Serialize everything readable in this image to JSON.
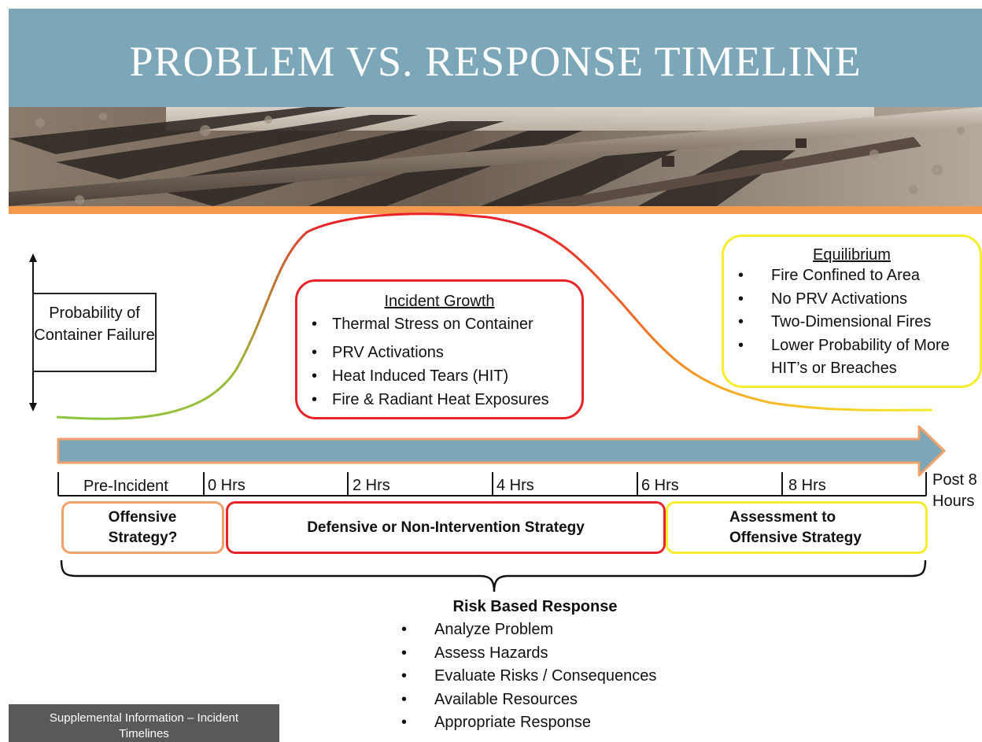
{
  "title": "PROBLEM VS. RESPONSE TIMELINE",
  "colors": {
    "title_bar": "#7ba7b8",
    "orange_strip": "#f49a4e",
    "timeline_arrow": "#7ba7b8",
    "timeline_outline": "#f1a16a",
    "growth_red": "#e8232a",
    "equilibrium_yellow": "#f5ed2e",
    "curve_green": "#8dc63f",
    "footer_bg": "#595959"
  },
  "probability_label": "Probability of Container Failure",
  "incident_growth": {
    "heading": "Incident Growth",
    "items": [
      "Thermal Stress on Container",
      "PRV Activations",
      "Heat Induced Tears (HIT)",
      "Fire & Radiant Heat Exposures"
    ]
  },
  "equilibrium": {
    "heading": "Equilibrium",
    "items": [
      "Fire Confined to Area",
      "No PRV Activations",
      "Two-Dimensional Fires",
      "Lower Probability of More HIT’s or Breaches"
    ]
  },
  "timeline_ticks": [
    "Pre-Incident",
    "0 Hrs",
    "2 Hrs",
    "4 Hrs",
    "6 Hrs",
    "8 Hrs"
  ],
  "timeline_end_label": [
    "Post 8",
    "Hours"
  ],
  "strategies": {
    "offensive": [
      "Offensive",
      "Strategy?"
    ],
    "defensive": "Defensive or Non-Intervention Strategy",
    "assessment": [
      "Assessment to",
      "Offensive Strategy"
    ]
  },
  "risk_response": {
    "heading": "Risk Based Response",
    "items": [
      "Analyze Problem",
      "Assess Hazards",
      "Evaluate Risks / Consequences",
      "Available Resources",
      "Appropriate Response"
    ]
  },
  "footer": [
    "Supplemental Information – Incident",
    "Timelines"
  ]
}
